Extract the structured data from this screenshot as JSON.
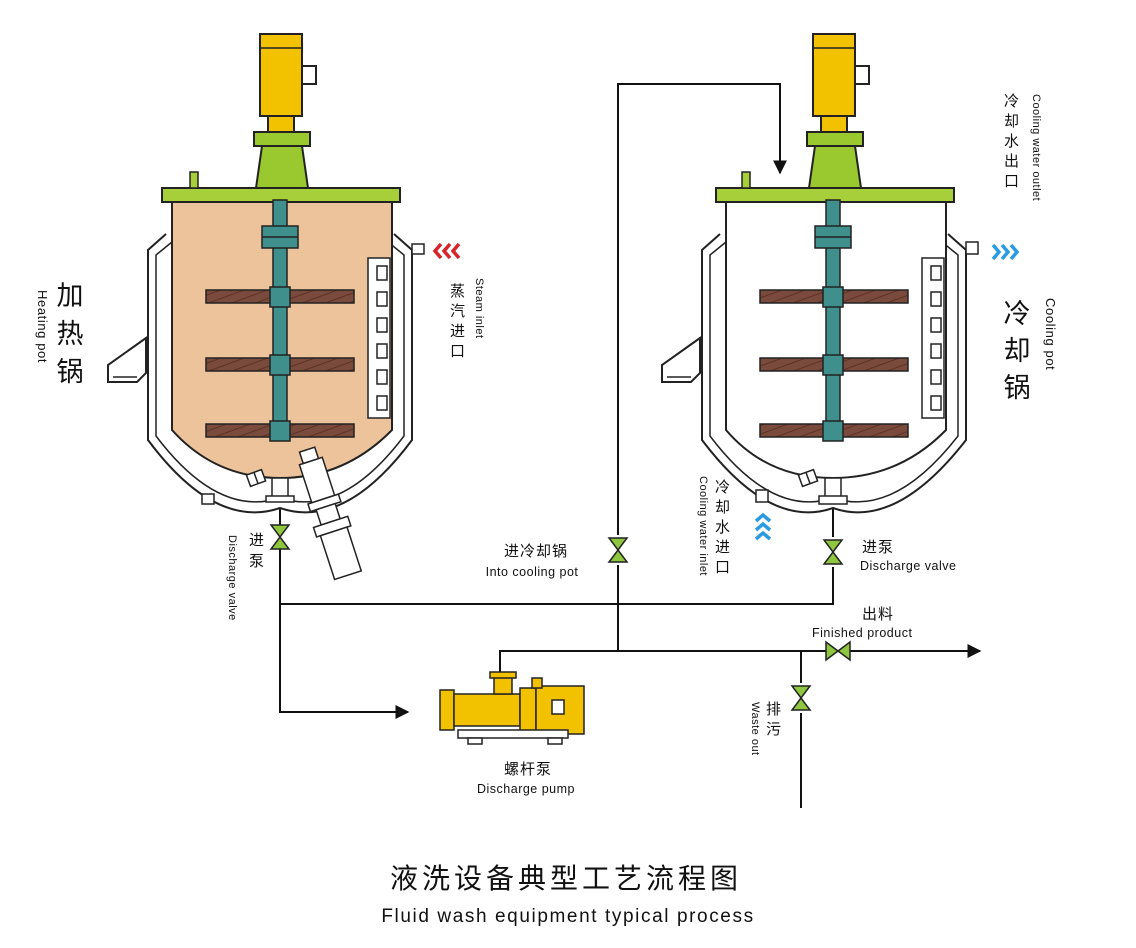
{
  "heating_pot": {
    "zh": "加热锅",
    "en": "Heating pot"
  },
  "steam_inlet": {
    "zh": "蒸汽进口",
    "en": "Steam inlet"
  },
  "discharge_valve_left": {
    "zh": "进泵",
    "en": "Discharge valve"
  },
  "into_cooling_pot": {
    "zh": "进冷却锅",
    "en": "Into cooling pot"
  },
  "cooling_water_inlet": {
    "zh": "冷却水进口",
    "en": "Cooling water inlet"
  },
  "discharge_valve_right": {
    "zh": "进泵",
    "en": "Discharge valve"
  },
  "cooling_water_outlet": {
    "zh": "冷却水出口",
    "en": "Cooling water outlet"
  },
  "cooling_pot": {
    "zh": "冷却锅",
    "en": "Cooling pot"
  },
  "finished_product": {
    "zh": "出料",
    "en": "Finished product"
  },
  "waste_out": {
    "zh": "排污",
    "en": "Waste out"
  },
  "discharge_pump": {
    "zh": "螺杆泵",
    "en": "Discharge pump"
  },
  "title": {
    "zh": "液洗设备典型工艺流程图",
    "en": "Fluid wash equipment typical process"
  },
  "colors": {
    "motor": "#f2c200",
    "gearbox": "#99c92f",
    "lid": "#a6cf3a",
    "shaft": "#3f8f8c",
    "paddle": "#7a4a3c",
    "heated_liquid": "#ecc39b",
    "valve": "#8ec63f",
    "steam_arrow": "#d8232a",
    "water_arrow": "#2a9be3"
  }
}
